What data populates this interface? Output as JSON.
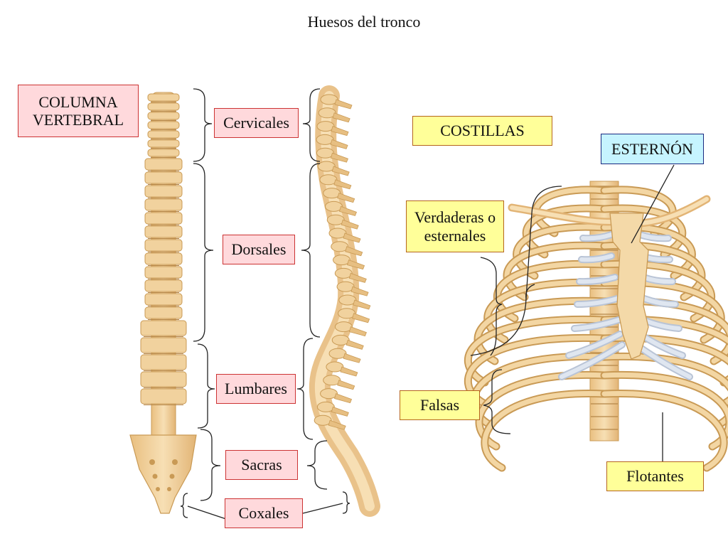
{
  "title": "Huesos del tronco",
  "labels": {
    "columna": "COLUMNA VERTEBRAL",
    "cervicales": "Cervicales",
    "dorsales": "Dorsales",
    "lumbares": "Lumbares",
    "sacras": "Sacras",
    "coxales": "Coxales",
    "costillas": "COSTILLAS",
    "esternon": "ESTERNÓN",
    "verdaderas": "Verdaderas o esternales",
    "falsas": "Falsas",
    "flotantes": "Flotantes"
  },
  "colors": {
    "bone": "#f1d29e",
    "bone_dark": "#c99a55",
    "cartilage": "#dfe6f0",
    "pink_box": "#ffd9dc",
    "pink_border": "#cc3333",
    "yellow_box": "#ffff99",
    "yellow_border": "#b5651d",
    "cyan_box": "#c6f4ff",
    "cyan_border": "#1a2a80"
  }
}
